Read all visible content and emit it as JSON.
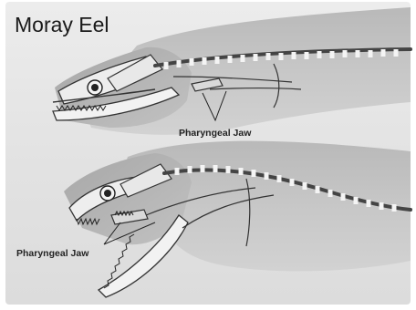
{
  "title": "Moray Eel",
  "labels": {
    "top_pharyngeal": "Pharyngeal Jaw",
    "bottom_pharyngeal": "Pharyngeal Jaw"
  }
}
